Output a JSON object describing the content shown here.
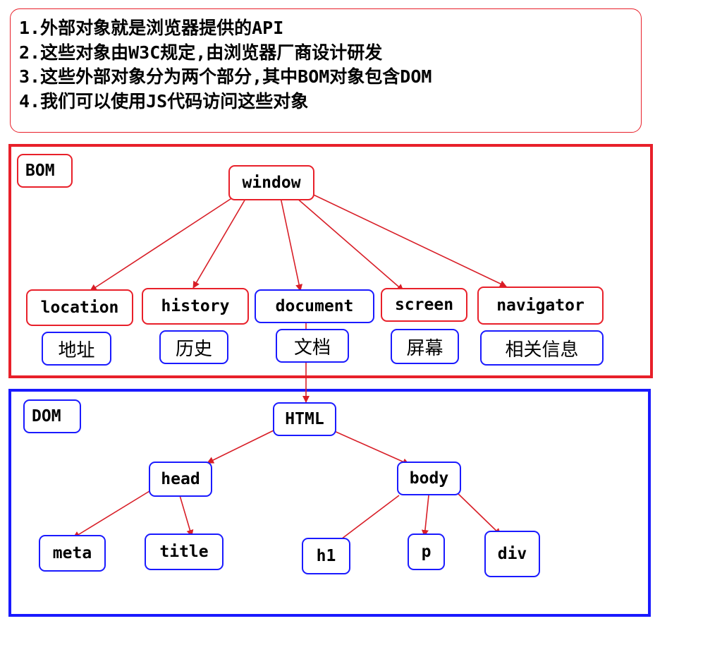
{
  "notes": [
    "1.外部对象就是浏览器提供的API",
    "2.这些对象由W3C规定,由浏览器厂商设计研发",
    "3.这些外部对象分为两个部分,其中BOM对象包含DOM",
    "4.我们可以使用JS代码访问这些对象"
  ],
  "bom": {
    "label": "BOM",
    "root": "window",
    "children": [
      {
        "name": "location",
        "desc": "地址"
      },
      {
        "name": "history",
        "desc": "历史"
      },
      {
        "name": "document",
        "desc": "文档"
      },
      {
        "name": "screen",
        "desc": "屏幕"
      },
      {
        "name": "navigator",
        "desc": "相关信息"
      }
    ]
  },
  "dom": {
    "label": "DOM",
    "root": "HTML",
    "head": "head",
    "body": "body",
    "head_children": [
      "meta",
      "title"
    ],
    "body_children": [
      "h1",
      "p",
      "div"
    ]
  },
  "colors": {
    "bom": "#e8202a",
    "dom": "#1a1aff",
    "arrow": "#d81e27"
  }
}
